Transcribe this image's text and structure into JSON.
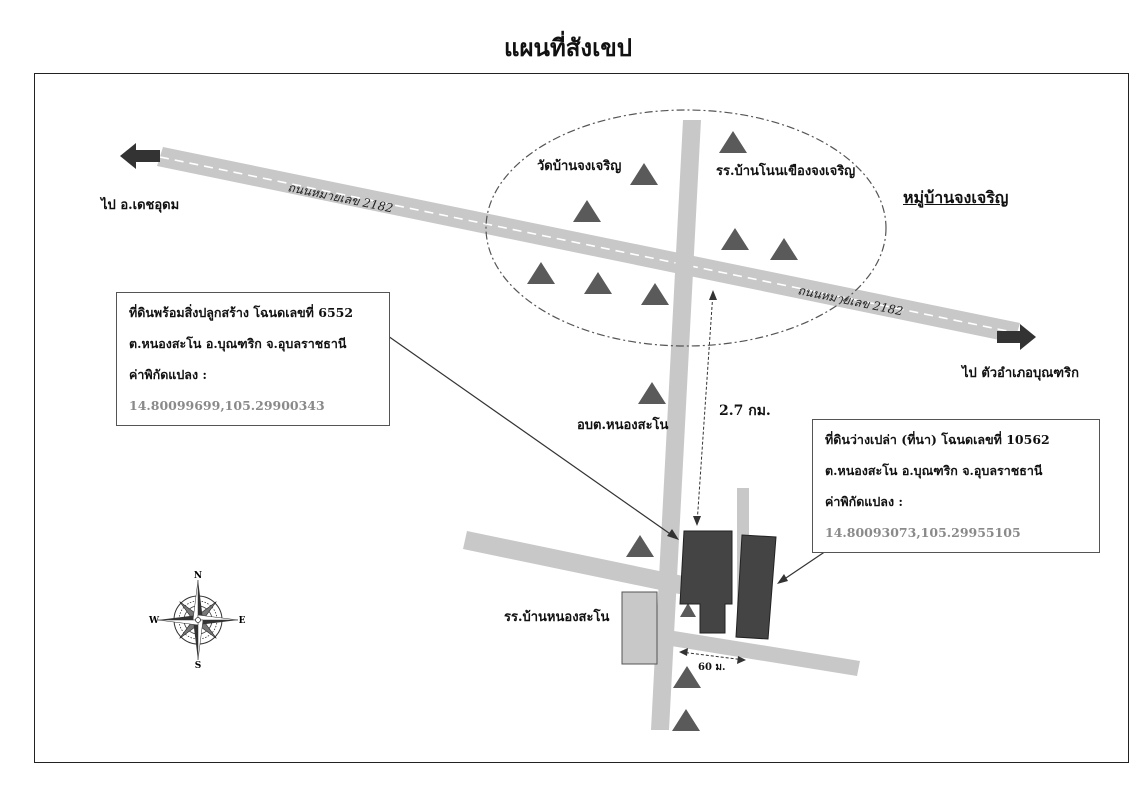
{
  "title": "แผนที่สังเขป",
  "road": {
    "name": "ถนนหมายเลข 2182",
    "left_destination": "ไป อ.เดชอุดม",
    "right_destination": "ไป ตัวอำเภอบุณฑริก"
  },
  "village": {
    "name": "หมู่บ้านจงเจริญ",
    "temple": "วัดบ้านจงเจริญ",
    "school": "รร.บ้านโนนเขืองจงเจริญ"
  },
  "landmarks": {
    "sao": "อบต.หนองสะโน",
    "school_nongsano": "รร.บ้านหนองสะโน"
  },
  "distances": {
    "to_village": "2.7 กม.",
    "between_plots": "60 ม."
  },
  "plot_6552": {
    "line1": "ที่ดินพร้อมสิ่งปลูกสร้าง โฉนดเลขที่ 6552",
    "line2": "ต.หนองสะโน อ.บุณฑริก จ.อุบลราชธานี",
    "coord_label": "ค่าพิกัดแปลง :",
    "coord_value": "14.80099699,105.29900343"
  },
  "plot_10562": {
    "line1": "ที่ดินว่างเปล่า (ที่นา) โฉนดเลขที่ 10562",
    "line2": "ต.หนองสะโน อ.บุณฑริก จ.อุบลราชธานี",
    "coord_label": "ค่าพิกัดแปลง :",
    "coord_value": "14.80093073,105.29955105"
  },
  "compass": {
    "n": "N",
    "s": "S",
    "e": "E",
    "w": "W"
  },
  "colors": {
    "road": "#c8c8c8",
    "marker": "#5a5a5a",
    "plot": "#444444",
    "school_block": "#c8c8c8"
  }
}
